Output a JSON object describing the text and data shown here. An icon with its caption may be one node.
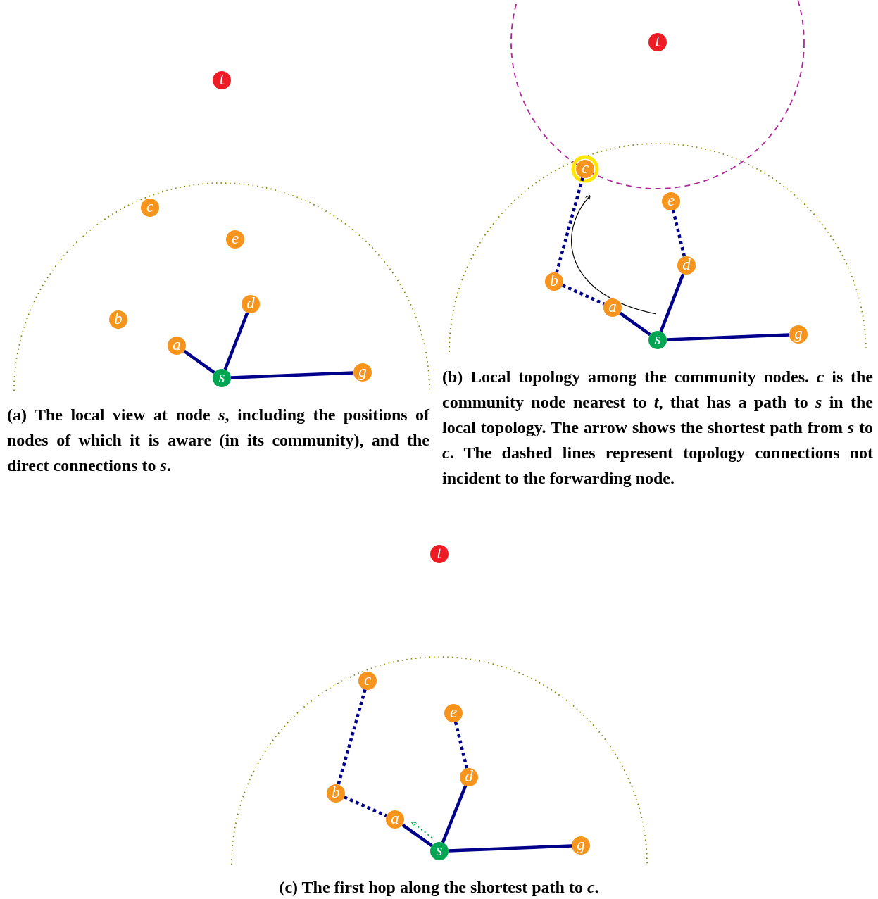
{
  "diagram": {
    "nodes": [
      {
        "text": [
          "t"
        ]
      },
      {
        "text": [
          "c"
        ]
      },
      {
        "text": [
          "e"
        ]
      },
      {
        "text": [
          "d"
        ]
      },
      {
        "text": [
          "b"
        ]
      },
      {
        "text": [
          "a"
        ]
      },
      {
        "text": [
          "g"
        ]
      },
      {
        "text": [
          "s"
        ]
      },
      {
        "text": [
          "t"
        ]
      },
      {
        "text": [
          "c"
        ]
      },
      {
        "text": [
          "e"
        ]
      },
      {
        "text": [
          "d"
        ]
      },
      {
        "text": [
          "b"
        ]
      },
      {
        "text": [
          "a"
        ]
      },
      {
        "text": [
          "g"
        ]
      },
      {
        "text": [
          "s"
        ]
      },
      {
        "text": [
          "t"
        ]
      },
      {
        "text": [
          "c"
        ]
      },
      {
        "text": [
          "e"
        ]
      },
      {
        "text": [
          "d"
        ]
      },
      {
        "text": [
          "b"
        ]
      },
      {
        "text": [
          "a"
        ]
      },
      {
        "text": [
          "g"
        ]
      },
      {
        "text": [
          "s"
        ]
      }
    ],
    "edges": [
      {
        "from": 7,
        "to": 5,
        "arrow": "none"
      },
      {
        "from": 7,
        "to": 3,
        "arrow": "none"
      },
      {
        "from": 7,
        "to": 6,
        "arrow": "none"
      },
      {
        "from": 9,
        "to": 12,
        "arrow": "none",
        "style": "dashed"
      },
      {
        "from": 10,
        "to": 11,
        "arrow": "none",
        "style": "dashed"
      },
      {
        "from": 12,
        "to": 13,
        "arrow": "none",
        "style": "dashed"
      },
      {
        "from": 15,
        "to": 13,
        "arrow": "none"
      },
      {
        "from": 15,
        "to": 11,
        "arrow": "none"
      },
      {
        "from": 15,
        "to": 14,
        "arrow": "none"
      },
      {
        "from": 15,
        "to": 9,
        "arrow": "to",
        "color": "#000000"
      },
      {
        "from": 17,
        "to": 20,
        "arrow": "none",
        "style": "dashed"
      },
      {
        "from": 18,
        "to": 19,
        "arrow": "none",
        "style": "dashed"
      },
      {
        "from": 20,
        "to": 21,
        "arrow": "none",
        "style": "dashed"
      },
      {
        "from": 23,
        "to": 21,
        "arrow": "none"
      },
      {
        "from": 23,
        "to": 19,
        "arrow": "none"
      },
      {
        "from": 23,
        "to": 22,
        "arrow": "none"
      },
      {
        "from": 23,
        "to": 21,
        "arrow": "to",
        "style": "dashed",
        "color": "#00a651"
      }
    ],
    "labels": [
      "(b) Local topology among the community nodes. *c* is the community node nearest to *t*, that has a path to *s* in the local topology. The arrow shows the shortest path from *s* to *c*. The dashed lines represent topology connections not incident to the forwarding node.",
      "(a) The local view at node *s*, including the positions of nodes of which it is aware (in its community), and the direct connections to *s*.",
      "(c) The first hop along the shortest path to *c*."
    ]
  }
}
